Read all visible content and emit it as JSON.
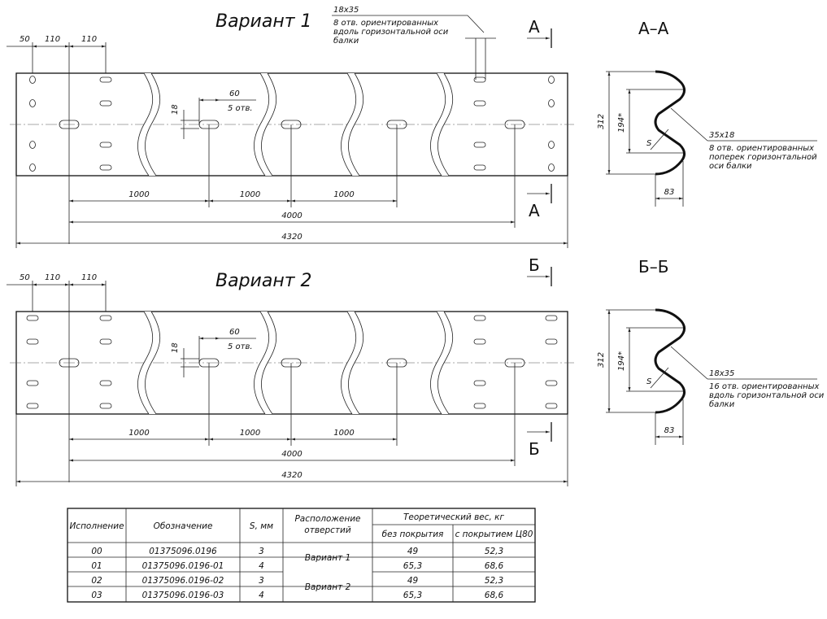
{
  "variants": [
    {
      "title": "Вариант 1",
      "dims_top": [
        "50",
        "110",
        "110"
      ],
      "hole_note_size": "60",
      "hole_note_count": "5 отв.",
      "hole_width": "18",
      "dims_pitch": [
        "1000",
        "1000",
        "1000"
      ],
      "dim_4000": "4000",
      "dim_4320": "4320",
      "section_mark": "А",
      "top_note": {
        "size": "18x35",
        "lines": [
          "8 отв. ориентированных",
          "вдоль горизонтальной оси",
          "балки"
        ]
      }
    },
    {
      "title": "Вариант 2",
      "dims_top": [
        "50",
        "110",
        "110"
      ],
      "hole_note_size": "60",
      "hole_note_count": "5 отв.",
      "hole_width": "18",
      "dims_pitch": [
        "1000",
        "1000",
        "1000"
      ],
      "dim_4000": "4000",
      "dim_4320": "4320",
      "section_mark": "Б"
    }
  ],
  "sections": [
    {
      "title": "А–А",
      "h_total": "312",
      "h_inner": "194*",
      "thickness": "S",
      "depth": "83",
      "note": {
        "size": "35x18",
        "lines": [
          "8 отв. ориентированных",
          "поперек горизонтальной",
          "оси балки"
        ]
      }
    },
    {
      "title": "Б–Б",
      "h_total": "312",
      "h_inner": "194*",
      "thickness": "S",
      "depth": "83",
      "note": {
        "size": "18x35",
        "lines": [
          "16 отв. ориентированных",
          "вдоль горизонтальной оси",
          "балки"
        ]
      }
    }
  ],
  "table": {
    "headers": {
      "execution": "Исполнение",
      "designation": "Обозначение",
      "s": "S, мм",
      "layout": "Расположение отверстий",
      "layout_lines": [
        "Расположение",
        "отверстий"
      ],
      "weight": "Теоретический вес, кг",
      "no_coat": "без покрытия",
      "coat": "с покрытием Ц80"
    },
    "rows": [
      {
        "execution": "00",
        "designation": "01375096.0196",
        "s": "3",
        "no_coat": "49",
        "coat": "52,3"
      },
      {
        "execution": "01",
        "designation": "01375096.0196-01",
        "s": "4",
        "no_coat": "65,3",
        "coat": "68,6"
      },
      {
        "execution": "02",
        "designation": "01375096.0196-02",
        "s": "3",
        "no_coat": "49",
        "coat": "52,3"
      },
      {
        "execution": "03",
        "designation": "01375096.0196-03",
        "s": "4",
        "no_coat": "65,3",
        "coat": "68,6"
      }
    ],
    "layout_groups": [
      "Вариант 1",
      "Вариант 2"
    ]
  }
}
